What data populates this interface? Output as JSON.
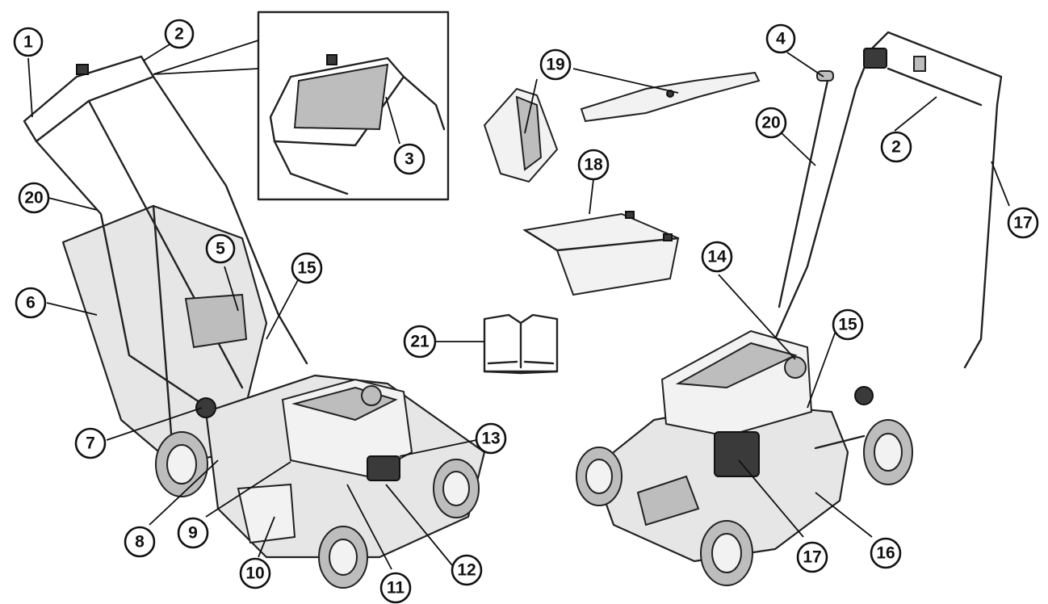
{
  "callouts": [
    {
      "id": "c1a",
      "label": "1"
    },
    {
      "id": "c2a",
      "label": "2"
    },
    {
      "id": "c3",
      "label": "3"
    },
    {
      "id": "c4",
      "label": "4"
    },
    {
      "id": "c5",
      "label": "5"
    },
    {
      "id": "c6",
      "label": "6"
    },
    {
      "id": "c7",
      "label": "7"
    },
    {
      "id": "c8",
      "label": "8"
    },
    {
      "id": "c9",
      "label": "9"
    },
    {
      "id": "c10",
      "label": "10"
    },
    {
      "id": "c11",
      "label": "11"
    },
    {
      "id": "c12",
      "label": "12"
    },
    {
      "id": "c13",
      "label": "13"
    },
    {
      "id": "c14",
      "label": "14"
    },
    {
      "id": "c15a",
      "label": "15"
    },
    {
      "id": "c15b",
      "label": "15"
    },
    {
      "id": "c16",
      "label": "16"
    },
    {
      "id": "c17a",
      "label": "17"
    },
    {
      "id": "c17b",
      "label": "17"
    },
    {
      "id": "c18",
      "label": "18"
    },
    {
      "id": "c19",
      "label": "19"
    },
    {
      "id": "c20a",
      "label": "20"
    },
    {
      "id": "c20b",
      "label": "20"
    },
    {
      "id": "c21",
      "label": "21"
    },
    {
      "id": "c2b",
      "label": "2"
    }
  ],
  "colors": {
    "line": "#111111",
    "body": "#e6e6e6",
    "dark": "#3a3a3a",
    "mid": "#bdbdbd"
  },
  "icons": {
    "book": "manual-book-icon",
    "blade": "blade-part",
    "mulch": "mulch-plug-part",
    "chute": "side-discharge-chute-part"
  }
}
